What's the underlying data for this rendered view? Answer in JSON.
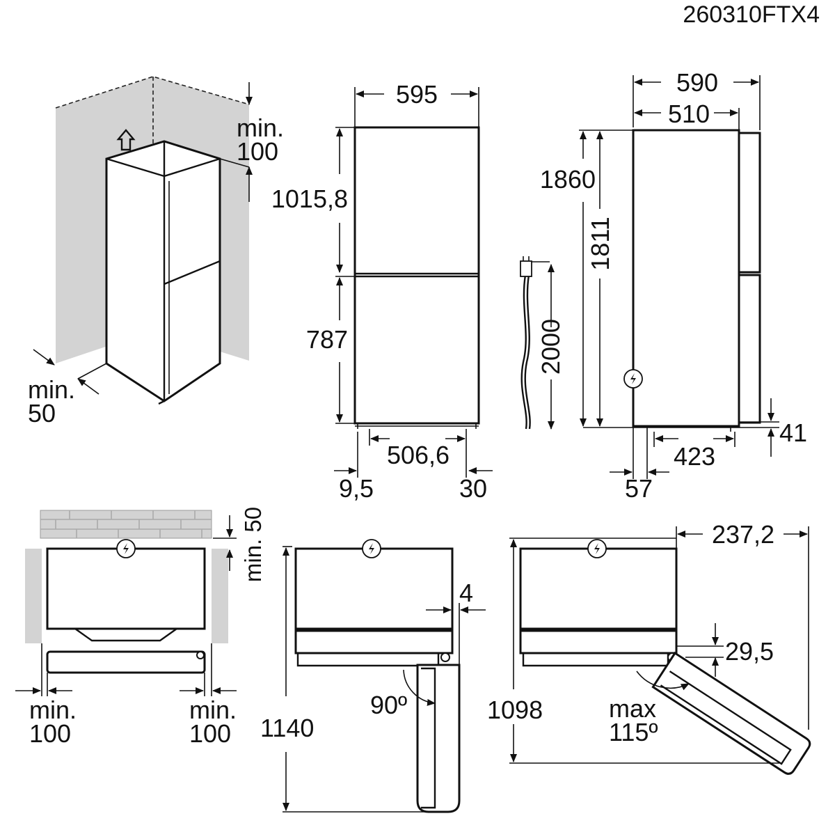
{
  "doc_code": "260310FTX4",
  "views": {
    "perspective": {
      "top_clearance_label": "min.",
      "top_clearance_value": "100",
      "side_clearance_label": "min.",
      "side_clearance_value": "50"
    },
    "front": {
      "width": "595",
      "upper_height": "1015,8",
      "lower_height": "787",
      "feet_span": "506,6",
      "left_offset": "9,5",
      "right_offset": "30"
    },
    "cable": {
      "length": "2000"
    },
    "side": {
      "depth_total": "590",
      "depth_body": "510",
      "height_total": "1860",
      "height_body": "1811",
      "feet_span": "423",
      "front_offset": "57",
      "foot_height": "41"
    },
    "top_clearance": {
      "rear_label": "min. 50",
      "left_label": "min.",
      "left_value": "100",
      "right_label": "min.",
      "right_value": "100"
    },
    "door_90": {
      "depth": "1140",
      "gap": "4",
      "angle": "90º"
    },
    "door_115": {
      "depth": "1098",
      "width": "237,2",
      "offset": "29,5",
      "angle_label": "max",
      "angle_value": "115º"
    }
  }
}
